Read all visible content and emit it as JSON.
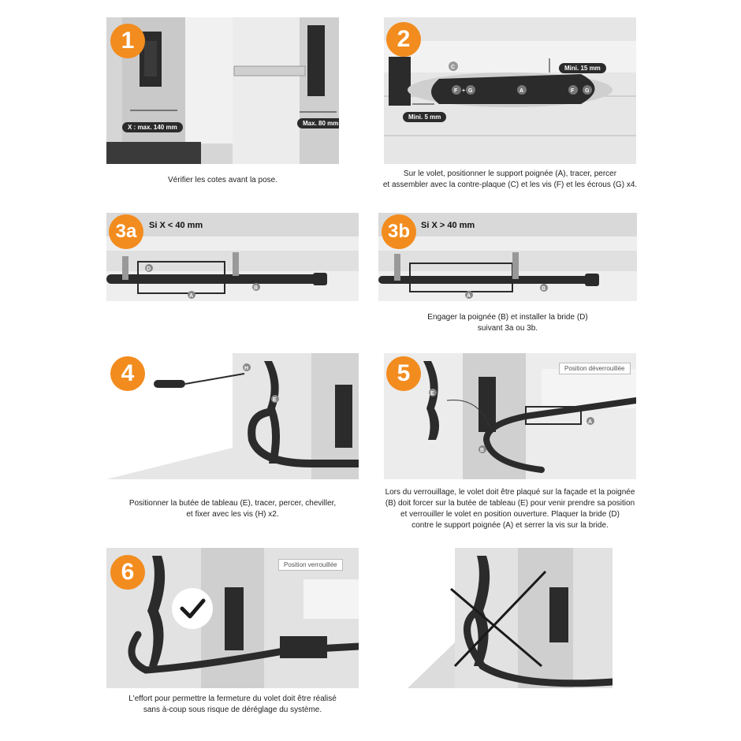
{
  "steps": {
    "s1": {
      "badge": "1",
      "tag_x": "X : max. 140 mm",
      "tag_max": "Max. 80 mm",
      "caption": "Vérifier les cotes avant la pose."
    },
    "s2": {
      "badge": "2",
      "tag_mini15": "Mini. 15 mm",
      "tag_mini5": "Mini. 5 mm",
      "labels": {
        "a": "A",
        "c": "C",
        "f": "F",
        "g": "G",
        "plus": "+"
      },
      "caption_line1": "Sur le volet, positionner le support poignée (A), tracer, percer",
      "caption_line2": "et assembler avec la contre-plaque (C) et les vis (F) et les écrous (G) x4."
    },
    "s3a": {
      "badge": "3a",
      "title": "Si X < 40 mm"
    },
    "s3b": {
      "badge": "3b",
      "title": "Si X > 40 mm"
    },
    "s3": {
      "labels": {
        "a": "A",
        "b": "B",
        "d": "D"
      },
      "caption_line1": "Engager la poignée (B) et installer la bride (D)",
      "caption_line2": "suivant 3a ou 3b."
    },
    "s4": {
      "badge": "4",
      "labels": {
        "e": "E",
        "h": "H"
      },
      "caption_line1": "Positionner la butée de tableau (E), tracer, percer, cheviller,",
      "caption_line2": "et fixer avec les vis (H) x2."
    },
    "s5": {
      "badge": "5",
      "state": "Position déverrouillée",
      "labels": {
        "a": "A",
        "b": "B",
        "e": "E"
      },
      "caption_line1": "Lors du verrouillage, le volet doit être plaqué sur la façade et la poignée",
      "caption_line2": "(B) doit forcer sur la butée de tableau (E) pour venir prendre sa position",
      "caption_line3": "et verrouiller le volet en position ouverture. Plaquer la bride (D)",
      "caption_line4": "contre le support poignée (A) et serrer la vis sur la bride."
    },
    "s6": {
      "badge": "6",
      "state": "Position verrouillée",
      "caption_line1": "L'effort pour permettre la fermeture du volet doit être réalisé",
      "caption_line2": "sans à-coup sous risque de déréglage du système."
    }
  },
  "icons": {
    "check": "checkmark-icon",
    "cross": "cross-icon",
    "screwdriver": "screwdriver-icon"
  },
  "colors": {
    "badge": "#f28c1e",
    "metal": "#2b2b2b",
    "wall": "#dcdcdc"
  }
}
